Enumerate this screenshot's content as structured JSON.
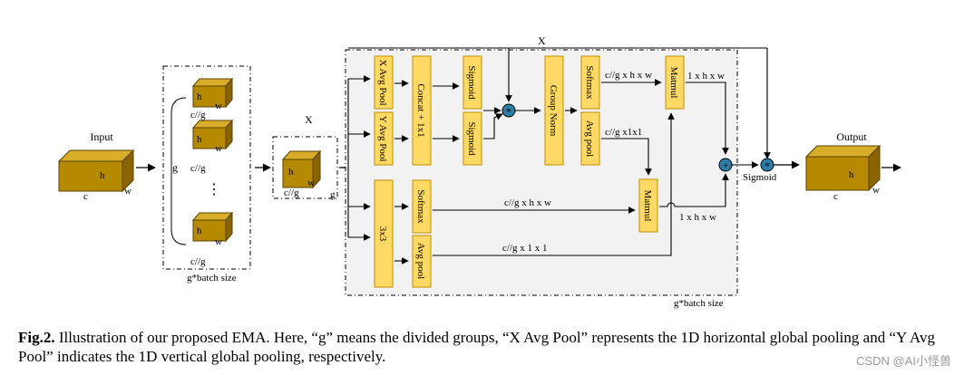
{
  "diagram": {
    "input_label": "Input",
    "output_label": "Output",
    "x_label": "X",
    "cube_h": "h",
    "cube_w": "w",
    "cube_c": "c",
    "group_cube_c": "c//g",
    "group_g": "g",
    "vertical_dots": "⋮",
    "batch_label": "g*batch size",
    "blocks": {
      "x_avg_pool": "X Avg Pool",
      "y_avg_pool": "Y Avg Pool",
      "concat": "Concat + 1x1",
      "sigmoid": "Sigmoid",
      "group_norm": "Group Norm",
      "softmax": "Softmax",
      "avg_pool": "Avg pool",
      "matmul": "Matmul",
      "conv3x3": "3x3"
    },
    "edge_labels": {
      "cghw": "c//g x h x w",
      "cg11_a": "c//g x1x1",
      "cg11_b": "c//g  x 1 x 1",
      "one_hw": "1 x h x w"
    },
    "op_symbols": {
      "multiply": "*",
      "add": "+"
    },
    "sigmoid_label": "Sigmoid"
  },
  "caption": {
    "fig_label": "Fig.2.",
    "text": " Illustration of our proposed EMA. Here, “g” means the divided groups, “X Avg Pool” represents the 1D horizontal global pooling and “Y Avg Pool” indicates the 1D vertical global pooling, respectively."
  },
  "watermark": "CSDN @AI小怪兽",
  "colors": {
    "block_fill": "#ffd966",
    "block_stroke": "#c08f00",
    "cube_front": "#b58a00",
    "cube_top": "#d7ad2a",
    "cube_side": "#8a6400",
    "op_fill": "#2e7fa8",
    "panel_fill": "#f2f2f2"
  }
}
